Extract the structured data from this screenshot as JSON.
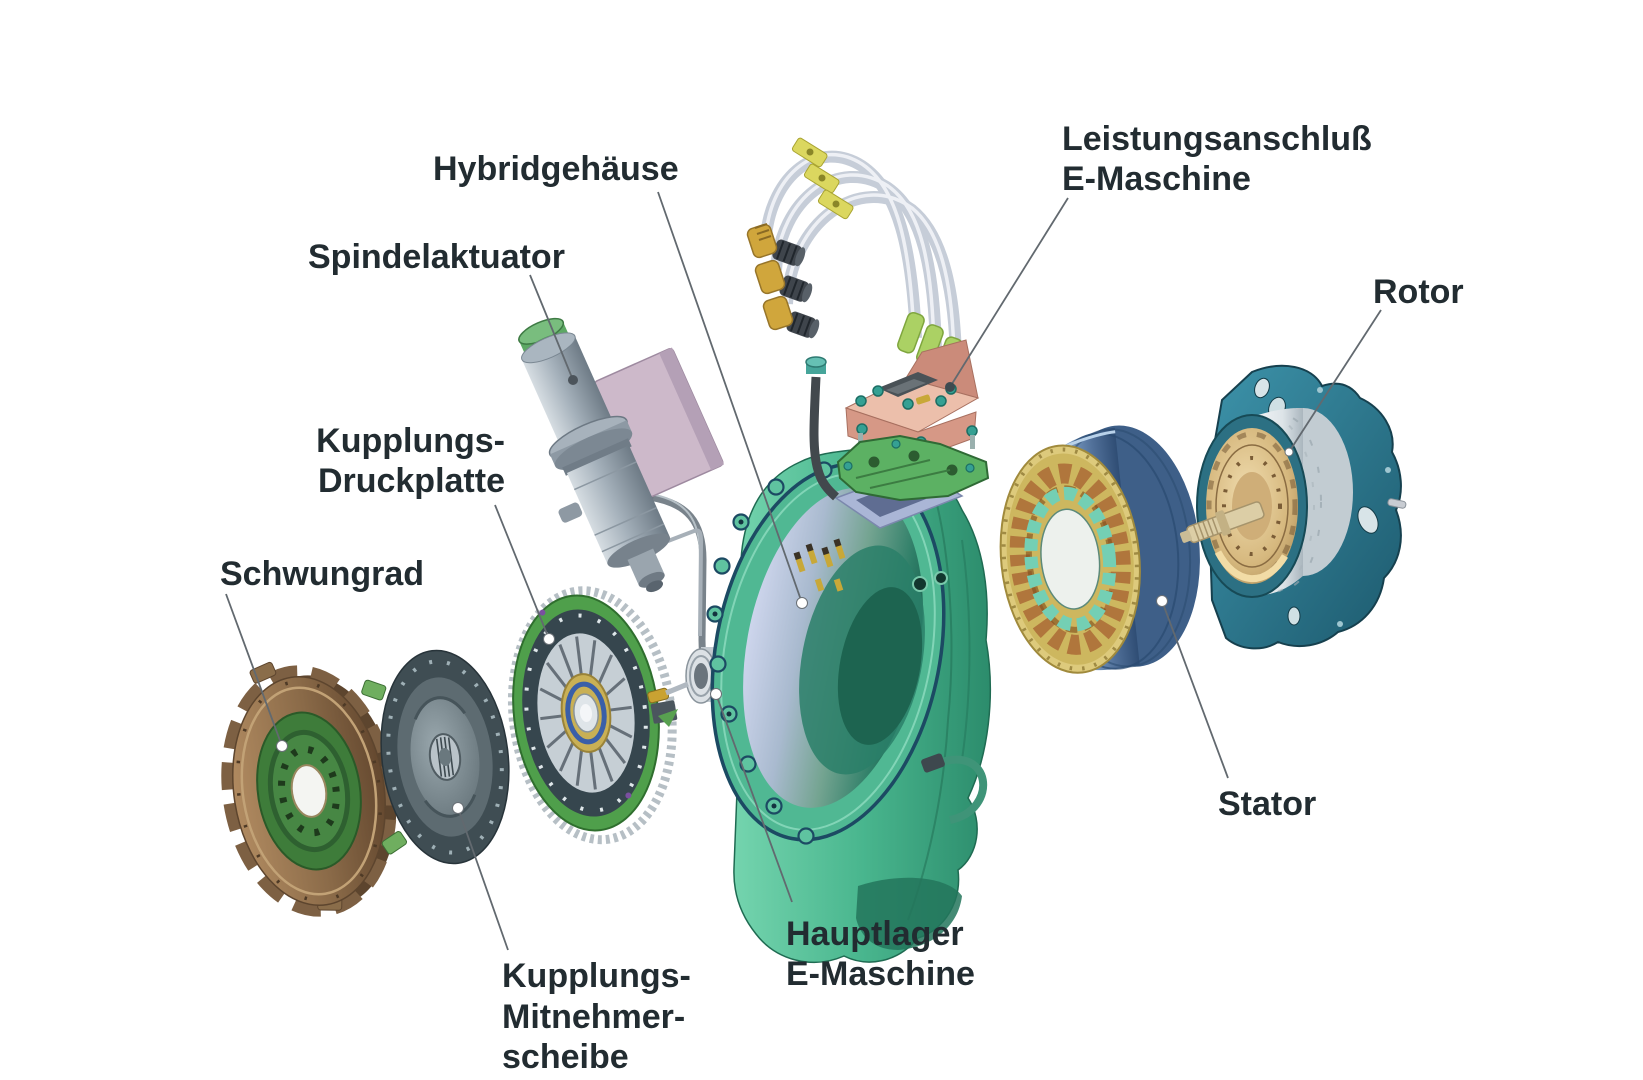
{
  "figure": {
    "type": "exploded-assembly-diagram",
    "subject": "Hybrid drive module: clutch and e-machine exploded view",
    "background_color": "#ffffff",
    "label_text_color": "#222c31",
    "leader_line_color": "#62696f"
  },
  "labels": {
    "hybridgehaeuse": {
      "text": "Hybridgehäuse"
    },
    "spindelaktuator": {
      "text": "Spindelaktuator"
    },
    "kupplungs_druckplatte": {
      "line1": "Kupplungs-",
      "line2": "Druckplatte"
    },
    "schwungrad": {
      "text": "Schwungrad"
    },
    "kupplungs_mitnehmerscheibe": {
      "line1": "Kupplungs-",
      "line2": "Mitnehmer-",
      "line3": "scheibe"
    },
    "hauptlager_e_maschine": {
      "line1": "Hauptlager",
      "line2": "E-Maschine"
    },
    "leistungsanschluss_e_maschine": {
      "line1": "Leistungsanschluß",
      "line2": "E-Maschine"
    },
    "stator": {
      "text": "Stator"
    },
    "rotor": {
      "text": "Rotor"
    }
  },
  "parts": [
    {
      "id": "schwungrad",
      "name": "Schwungrad",
      "color": "#8a6a48"
    },
    {
      "id": "kupplungs-mitnehmerscheibe",
      "name": "Kupplungs-Mitnehmerscheibe",
      "color": "#45535a"
    },
    {
      "id": "kupplungs-druckplatte",
      "name": "Kupplungs-Druckplatte",
      "color": "#4f9e4c"
    },
    {
      "id": "hauptlager-e-maschine",
      "name": "Hauptlager E-Maschine",
      "color": "#c6cdd3"
    },
    {
      "id": "spindelaktuator",
      "name": "Spindelaktuator",
      "color": "#a2aeb8"
    },
    {
      "id": "hybridgehaeuse",
      "name": "Hybridgehäuse",
      "color": "#49b68e"
    },
    {
      "id": "leistungsanschluss-e-maschine",
      "name": "Leistungsanschluß E-Maschine",
      "color": "#d89a88"
    },
    {
      "id": "stator",
      "name": "Stator",
      "color": "#3f6290"
    },
    {
      "id": "rotor",
      "name": "Rotor",
      "color": "#2c7083"
    }
  ]
}
